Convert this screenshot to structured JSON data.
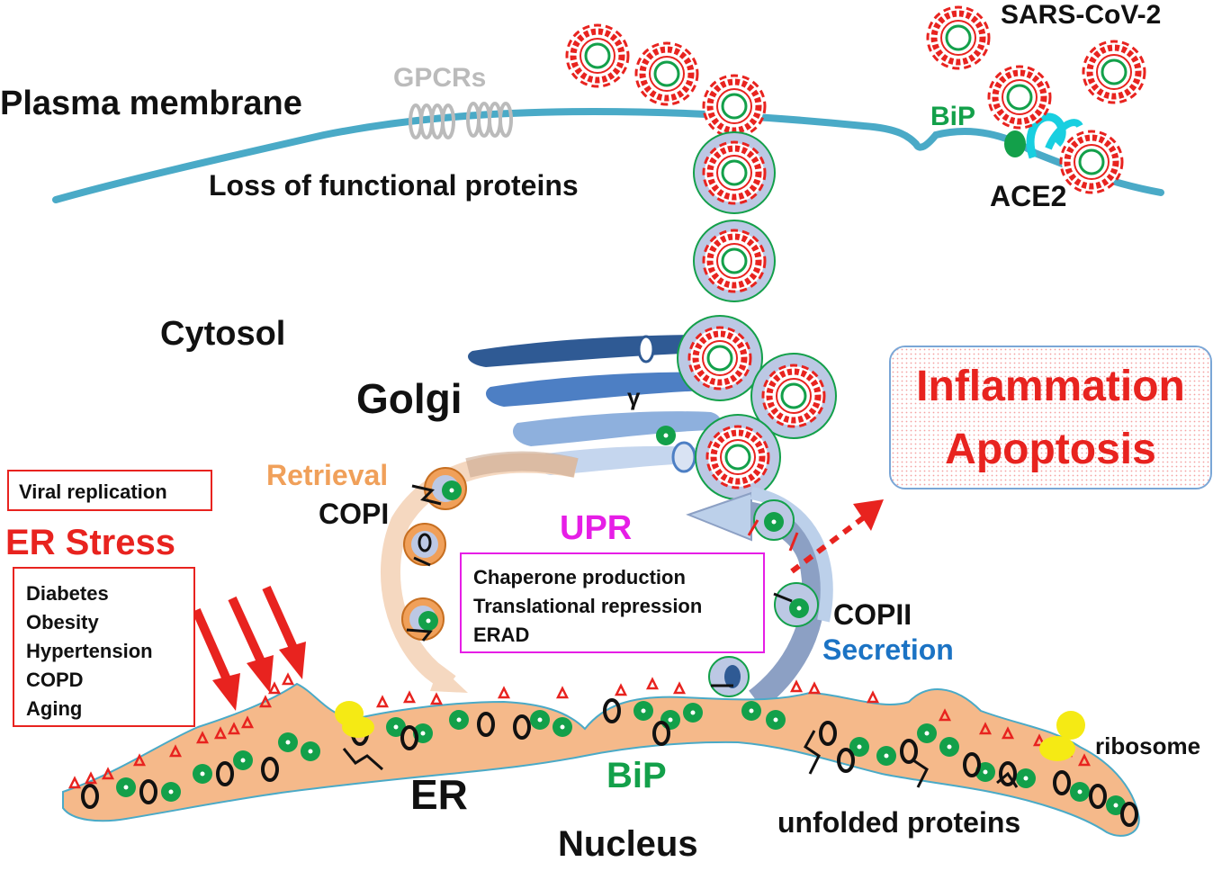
{
  "labels": {
    "plasma_membrane": "Plasma membrane",
    "gpcrs": "GPCRs",
    "sars_cov2": "SARS-CoV-2",
    "bip_top": "BiP",
    "ace2": "ACE2",
    "loss": "Loss of functional proteins",
    "cytosol": "Cytosol",
    "golgi": "Golgi",
    "gamma": "γ",
    "retrieval": "Retrieval",
    "copi": "COPI",
    "upr": "UPR",
    "copii": "COPII",
    "secretion": "Secretion",
    "er_stress": "ER Stress",
    "er": "ER",
    "bip_er": "BiP",
    "nucleus": "Nucleus",
    "unfolded": "unfolded proteins",
    "ribosome": "ribosome"
  },
  "viral_box": {
    "text": "Viral replication"
  },
  "risk_factors": [
    "Diabetes",
    "Obesity",
    "Hypertension",
    "COPD",
    "Aging"
  ],
  "upr_effects": [
    "Chaperone production",
    "Translational repression",
    "ERAD"
  ],
  "outcome": {
    "line1": "Inflammation",
    "line2": "Apoptosis"
  },
  "colors": {
    "membrane": "#4aaac7",
    "er_fill": "#f5b98a",
    "virus_red": "#e8231f",
    "bip_green": "#13a04a",
    "vesicle_fill": "#bcc8e4",
    "retrieval_orange": "#f0a05a",
    "upr_magenta": "#e61ee6",
    "secretion_blue": "#1b73c4",
    "gpcr_gray": "#bbbbbb",
    "ribosome_yellow": "#f5ea14",
    "outcome_red": "#e8231f"
  }
}
